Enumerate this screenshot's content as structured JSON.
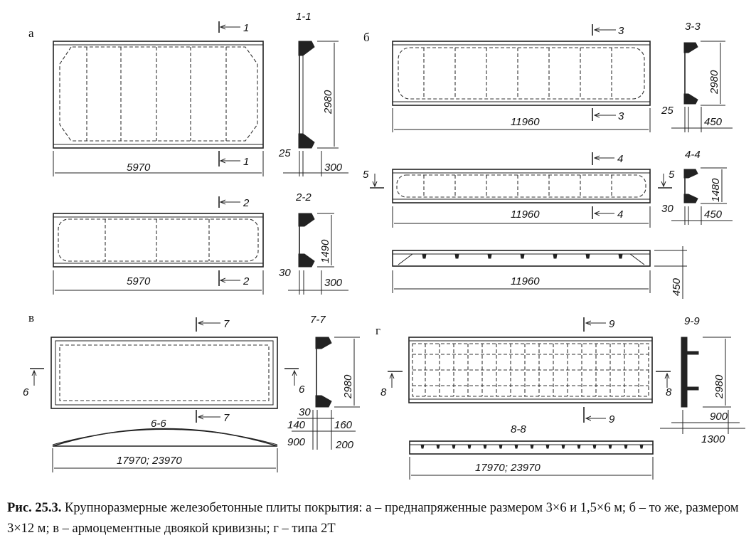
{
  "panels": [
    {
      "letter": "а",
      "plan1": {
        "length": "5970",
        "cut": "1"
      },
      "sec1": {
        "title": "1-1",
        "height": "2980",
        "wall": "25",
        "width": "300"
      },
      "plan2": {
        "length": "5970",
        "cut": "2"
      },
      "sec2": {
        "title": "2-2",
        "height": "1490",
        "wall": "30",
        "width": "300"
      }
    },
    {
      "letter": "б",
      "plan1": {
        "length": "11960",
        "cut": "3"
      },
      "sec1": {
        "title": "3-3",
        "height": "2980",
        "wall": "25",
        "width": "450"
      },
      "plan2": {
        "length": "11960",
        "cut": "4",
        "side": "5"
      },
      "sec2": {
        "title": "4-4",
        "height": "1480",
        "wall": "30",
        "width": "450"
      },
      "elev": {
        "length": "11960",
        "height": "450"
      }
    },
    {
      "letter": "в",
      "plan": {
        "cut": "7",
        "side": "6"
      },
      "sec": {
        "title": "7-7",
        "height": "2980",
        "d1": "30",
        "d2": "140",
        "d3": "900",
        "d4": "160",
        "d5": "200"
      },
      "elev": {
        "title": "6-6",
        "length": "17970; 23970"
      }
    },
    {
      "letter": "г",
      "plan": {
        "cut": "9",
        "side": "8"
      },
      "sec": {
        "title": "9-9",
        "height": "2980",
        "d1": "900",
        "d2": "1300"
      },
      "elev": {
        "title": "8-8",
        "length": "17970; 23970"
      }
    }
  ],
  "caption": {
    "lead": "Рис. 25.3.",
    "text": " Крупноразмерные железобетонные плиты покрытия: а – преднапряженные размером 3×6 и 1,5×6 м; б – то же, размером 3×12 м; в – армоцементные двоякой кривизны; г – типа 2Т"
  }
}
